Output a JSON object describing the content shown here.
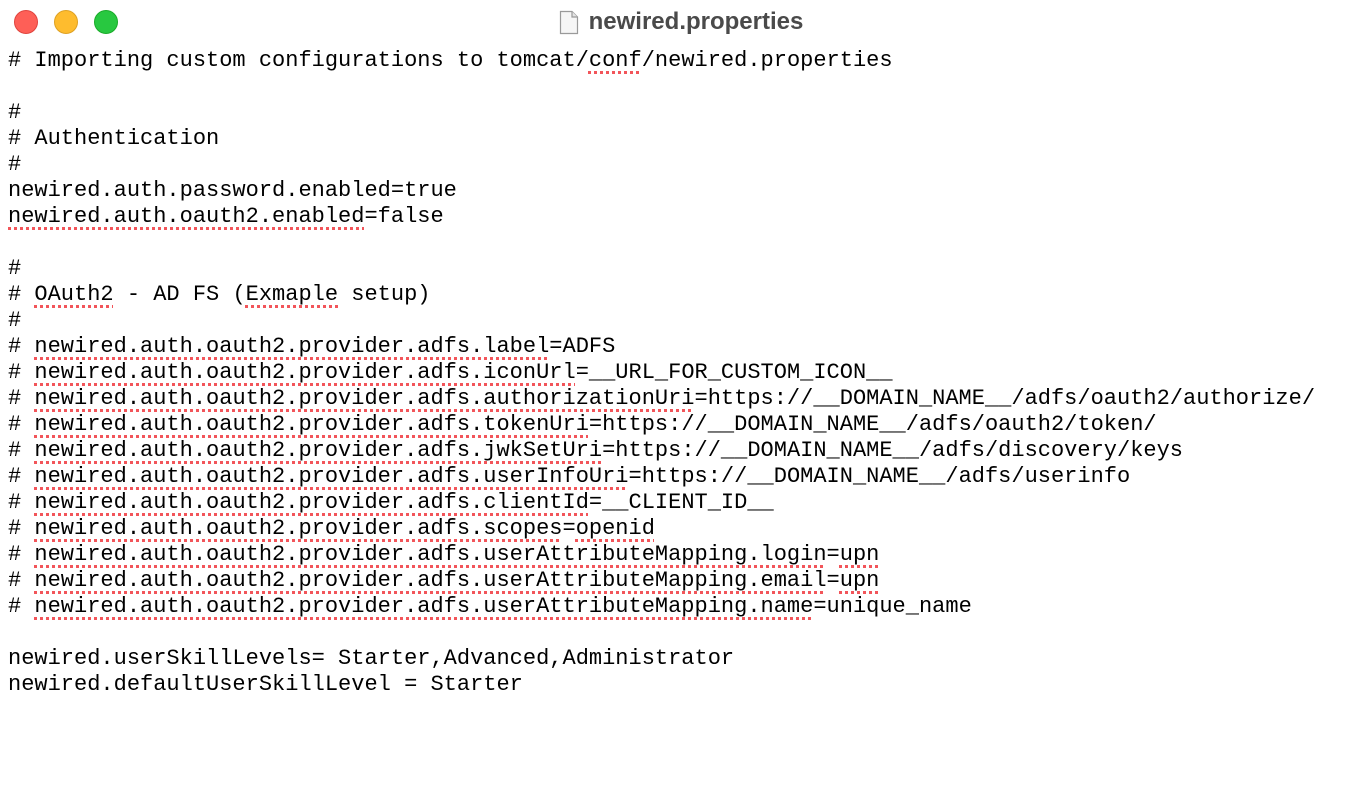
{
  "window": {
    "title": "newired.properties",
    "icon": "document-icon",
    "traffic_lights": {
      "close": "#fe5f57",
      "minimize": "#febc2e",
      "zoom": "#28c840"
    }
  },
  "editor": {
    "lines": [
      {
        "segments": [
          {
            "text": "# Importing custom configurations to tomcat/"
          },
          {
            "text": "conf",
            "spell": true
          },
          {
            "text": "/newired.properties"
          }
        ]
      },
      {
        "segments": []
      },
      {
        "segments": [
          {
            "text": "#"
          }
        ]
      },
      {
        "segments": [
          {
            "text": "# Authentication"
          }
        ]
      },
      {
        "segments": [
          {
            "text": "#"
          }
        ]
      },
      {
        "segments": [
          {
            "text": "newired.auth.password.enabled=true"
          }
        ]
      },
      {
        "segments": [
          {
            "text": "newired.auth.oauth2.enabled",
            "spell": true
          },
          {
            "text": "=false"
          }
        ]
      },
      {
        "segments": []
      },
      {
        "segments": [
          {
            "text": "#"
          }
        ]
      },
      {
        "segments": [
          {
            "text": "# "
          },
          {
            "text": "OAuth2",
            "spell": true
          },
          {
            "text": " - AD FS ("
          },
          {
            "text": "Exmaple",
            "spell": true
          },
          {
            "text": " setup)"
          }
        ]
      },
      {
        "segments": [
          {
            "text": "#"
          }
        ]
      },
      {
        "segments": [
          {
            "text": "# "
          },
          {
            "text": "newired.auth.oauth2.provider.adfs.label",
            "spell": true
          },
          {
            "text": "=ADFS"
          }
        ]
      },
      {
        "segments": [
          {
            "text": "# "
          },
          {
            "text": "newired.auth.oauth2.provider.adfs.iconUrl",
            "spell": true
          },
          {
            "text": "=__URL_FOR_CUSTOM_ICON__"
          }
        ]
      },
      {
        "segments": [
          {
            "text": "# "
          },
          {
            "text": "newired.auth.oauth2.provider.adfs.authorizationUri",
            "spell": true
          },
          {
            "text": "=https://__DOMAIN_NAME__/adfs/oauth2/authorize/"
          }
        ]
      },
      {
        "segments": [
          {
            "text": "# "
          },
          {
            "text": "newired.auth.oauth2.provider.adfs.tokenUri",
            "spell": true
          },
          {
            "text": "=https://__DOMAIN_NAME__/adfs/oauth2/token/"
          }
        ]
      },
      {
        "segments": [
          {
            "text": "# "
          },
          {
            "text": "newired.auth.oauth2.provider.adfs.jwkSetUri",
            "spell": true
          },
          {
            "text": "=https://__DOMAIN_NAME__/adfs/discovery/keys"
          }
        ]
      },
      {
        "segments": [
          {
            "text": "# "
          },
          {
            "text": "newired.auth.oauth2.provider.adfs.userInfoUri",
            "spell": true
          },
          {
            "text": "=https://__DOMAIN_NAME__/adfs/userinfo"
          }
        ]
      },
      {
        "segments": [
          {
            "text": "# "
          },
          {
            "text": "newired.auth.oauth2.provider.adfs.clientId",
            "spell": true
          },
          {
            "text": "=__CLIENT_ID__"
          }
        ]
      },
      {
        "segments": [
          {
            "text": "# "
          },
          {
            "text": "newired.auth.oauth2.provider.adfs.scopes",
            "spell": true
          },
          {
            "text": "="
          },
          {
            "text": "openid",
            "spell": true
          }
        ]
      },
      {
        "segments": [
          {
            "text": "# "
          },
          {
            "text": "newired.auth.oauth2.provider.adfs.userAttributeMapping.login",
            "spell": true
          },
          {
            "text": "="
          },
          {
            "text": "upn",
            "spell": true
          }
        ]
      },
      {
        "segments": [
          {
            "text": "# "
          },
          {
            "text": "newired.auth.oauth2.provider.adfs.userAttributeMapping.email",
            "spell": true
          },
          {
            "text": "="
          },
          {
            "text": "upn",
            "spell": true
          }
        ]
      },
      {
        "segments": [
          {
            "text": "# "
          },
          {
            "text": "newired.auth.oauth2.provider.adfs.userAttributeMapping.name",
            "spell": true
          },
          {
            "text": "=unique_name"
          }
        ]
      },
      {
        "segments": []
      },
      {
        "segments": [
          {
            "text": "newired.userSkillLevels= Starter,Advanced,Administrator"
          }
        ]
      },
      {
        "segments": [
          {
            "text": "newired.defaultUserSkillLevel = Starter"
          }
        ]
      }
    ]
  }
}
